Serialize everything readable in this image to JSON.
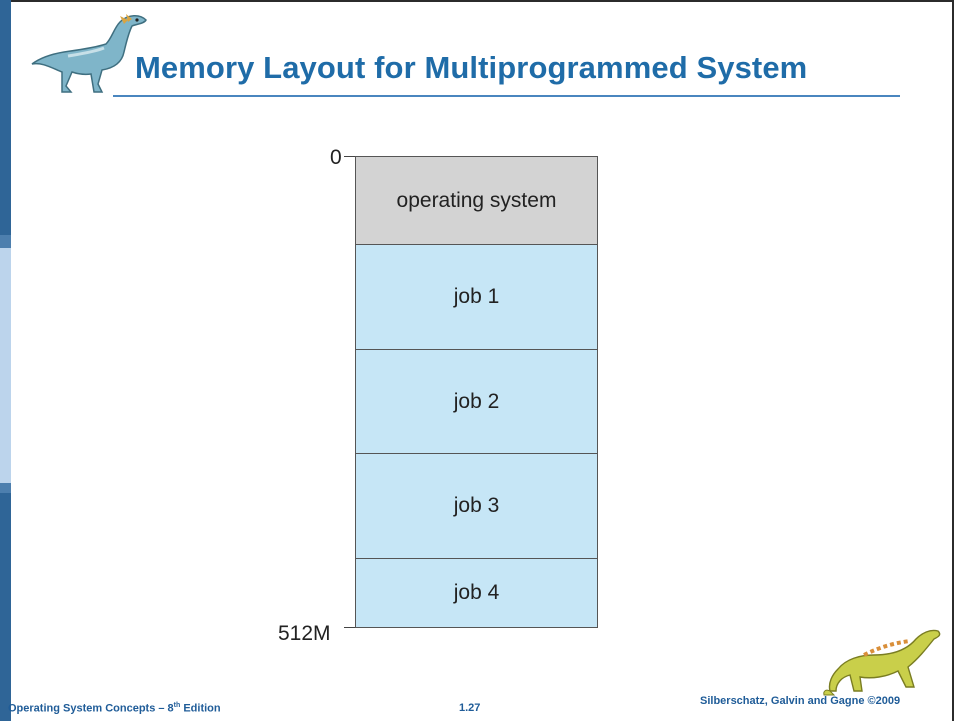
{
  "slide": {
    "title": "Memory Layout for Multiprogrammed System"
  },
  "diagram": {
    "address_top": "0",
    "address_bottom": "512M",
    "segments": [
      {
        "label": "operating system",
        "color": "#d3d3d3"
      },
      {
        "label": "job 1",
        "color": "#c6e6f6"
      },
      {
        "label": "job 2",
        "color": "#c6e6f6"
      },
      {
        "label": "job 3",
        "color": "#c6e6f6"
      },
      {
        "label": "job 4",
        "color": "#c6e6f6"
      }
    ]
  },
  "footer": {
    "book_prefix": "Operating System Concepts – 8",
    "book_sup": "th",
    "book_suffix": " Edition",
    "page": "1.27",
    "copyright": "Silberschatz, Galvin and Gagne ©2009"
  },
  "colors": {
    "accent": "#1f6ca8",
    "sidebar": "#2f6597",
    "footer_text": "#1f5c98"
  },
  "icons": [
    "dinosaur-logo-icon",
    "dinosaur-corner-icon"
  ]
}
